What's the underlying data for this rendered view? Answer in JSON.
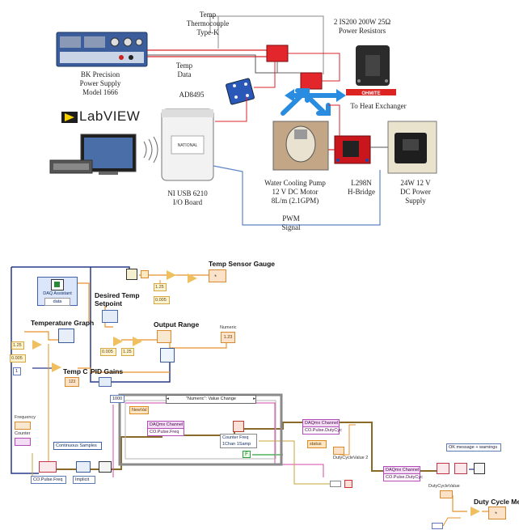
{
  "hardware": {
    "thermocouple_label": [
      "Temp",
      "Thermocouple",
      "Type-K"
    ],
    "resistors_label": "2 IS200 200W 25Ω",
    "resistors_label2": "Power Resistors",
    "power_supply_label": [
      "BK Precision",
      "Power Supply",
      "Model 1666"
    ],
    "temp_data_label": [
      "Temp",
      "Data"
    ],
    "amplifier_label": "AD8495",
    "labview_logo": "LabVIEW",
    "heat_exchanger_label": "To Heat Exchanger",
    "pump_label": [
      "Water Cooling Pump",
      "12 V DC Motor",
      "8L/m (2.1GPM)"
    ],
    "hbridge_label": [
      "L298N",
      "H-Bridge"
    ],
    "dc_supply_label": [
      "24W 12 V",
      "DC Power",
      "Supply"
    ],
    "io_board_label": [
      "NI USB 6210",
      "I/O Board"
    ],
    "pwm_label": [
      "PWM",
      "Signal"
    ]
  },
  "block": {
    "temp_sensor_gauge": "Temp Sensor Gauge",
    "desired_temp": [
      "Desired Temp",
      "Setpoint"
    ],
    "output_range": "Output Range",
    "temperature_graph": "Temperature Graph",
    "temp_c": "Temp C",
    "pid_gains": "PID Gains",
    "numeric": "Numeric",
    "daq_assistant": "DAQ Assistant",
    "daq_data": "data",
    "const_125a": "1.25",
    "const_0005a": "0.005",
    "const_0005b": "0.005",
    "const_125b": "1.25",
    "const_125c": "1.25",
    "const_0005c": "0.005",
    "const_1000": "1000",
    "const_1": "1",
    "frequency": "Frequency",
    "counter": "Counter",
    "continuous_samples": "Continuous Samples",
    "co_pulse_freq": "CO.Pulse.Freq",
    "implicit": "Implicit",
    "event_case": "\"Numeric\": Value Change",
    "newval": "NewVal",
    "daqmx_channel_1": "DAQmx Channel",
    "co_pulse_freq_2": "CO.Pulse.Freq",
    "counter_freq": [
      "Counter Freq",
      "1Chan 1Samp"
    ],
    "daqmx_channel_2": "DAQmx Channel",
    "co_pulse_dutycyc_1": "CO.Pulse.DutyCyc",
    "status": "status",
    "duty_cycle_value_2": "DutyCycleValue 2",
    "daqmx_channel_3": "DAQmx Channel",
    "co_pulse_dutycyc_2": "CO.Pulse.DutyCyc",
    "ok_message": "OK message + warnings",
    "duty_cycle_value": "DutyCycleValue",
    "duty_cycle_meter": "Duty Cycle Met",
    "false_const": "F"
  },
  "colors": {
    "red_wire": "#d8242a",
    "blue_wire": "#5b85c8",
    "orange_wire": "#e8922a",
    "navy_wire": "#2a3a8a",
    "olive_wire": "#8a8a2a",
    "pink_wire": "#d54aa8",
    "green_wire": "#2aa03a"
  }
}
